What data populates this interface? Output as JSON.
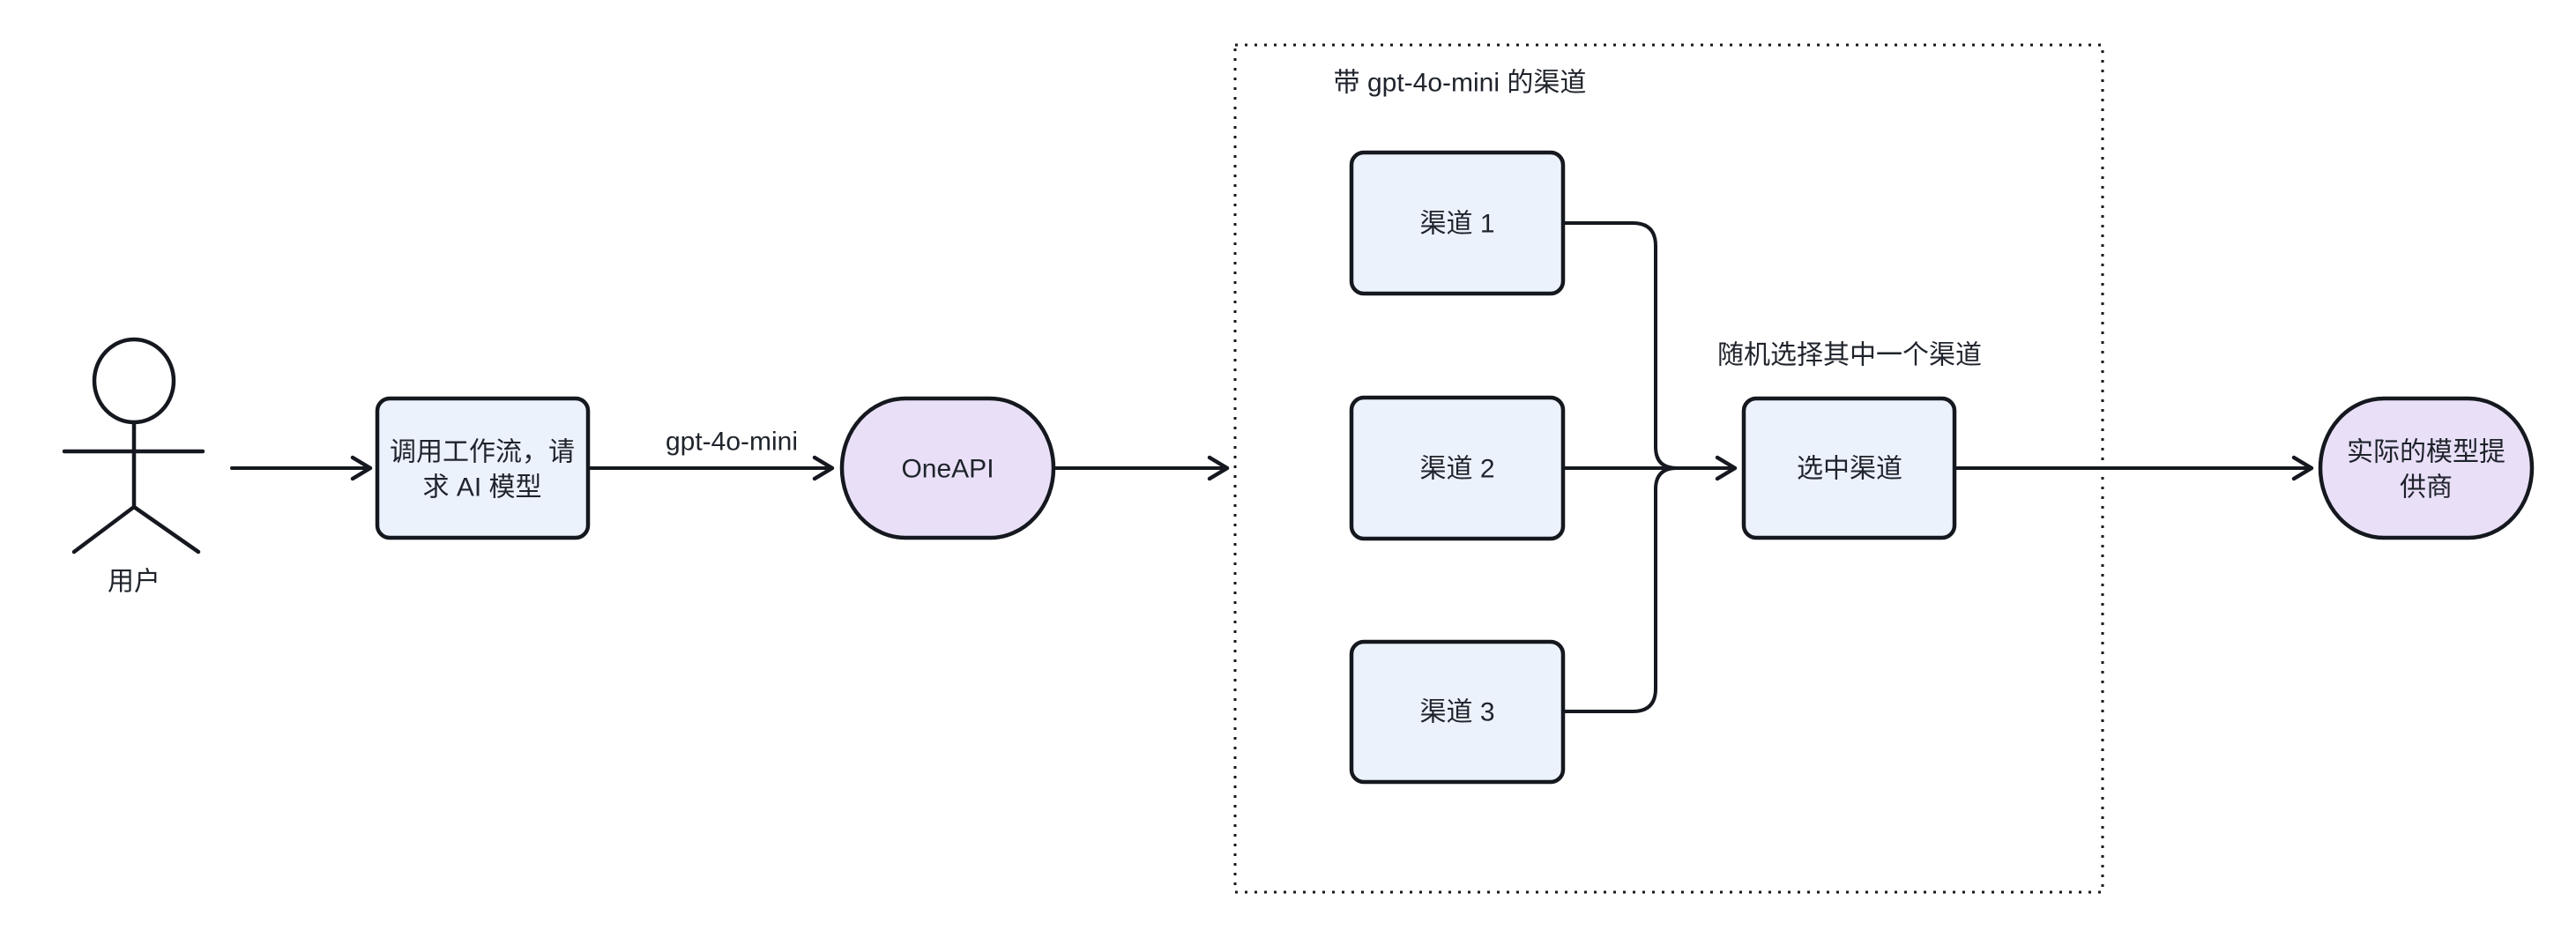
{
  "diagram": {
    "background_color": "#ffffff",
    "stroke_color": "#15181e",
    "text_color": "#1f232b",
    "process_fill": "#ECF2FB",
    "stadium_fill": "#E9E0F8",
    "actor": {
      "label": "用户"
    },
    "nodes": {
      "workflow": {
        "lines": [
          "调用工作流，请",
          "求 AI 模型"
        ]
      },
      "oneapi": {
        "label": "OneAPI"
      },
      "channel1": {
        "label": "渠道 1"
      },
      "channel2": {
        "label": "渠道 2"
      },
      "channel3": {
        "label": "渠道 3"
      },
      "selected": {
        "label": "选中渠道"
      },
      "provider": {
        "lines": [
          "实际的模型提",
          "供商"
        ]
      }
    },
    "subgraph": {
      "title": "带 gpt-4o-mini 的渠道"
    },
    "edge_labels": {
      "model": "gpt-4o-mini",
      "random": "随机选择其中一个渠道"
    }
  }
}
